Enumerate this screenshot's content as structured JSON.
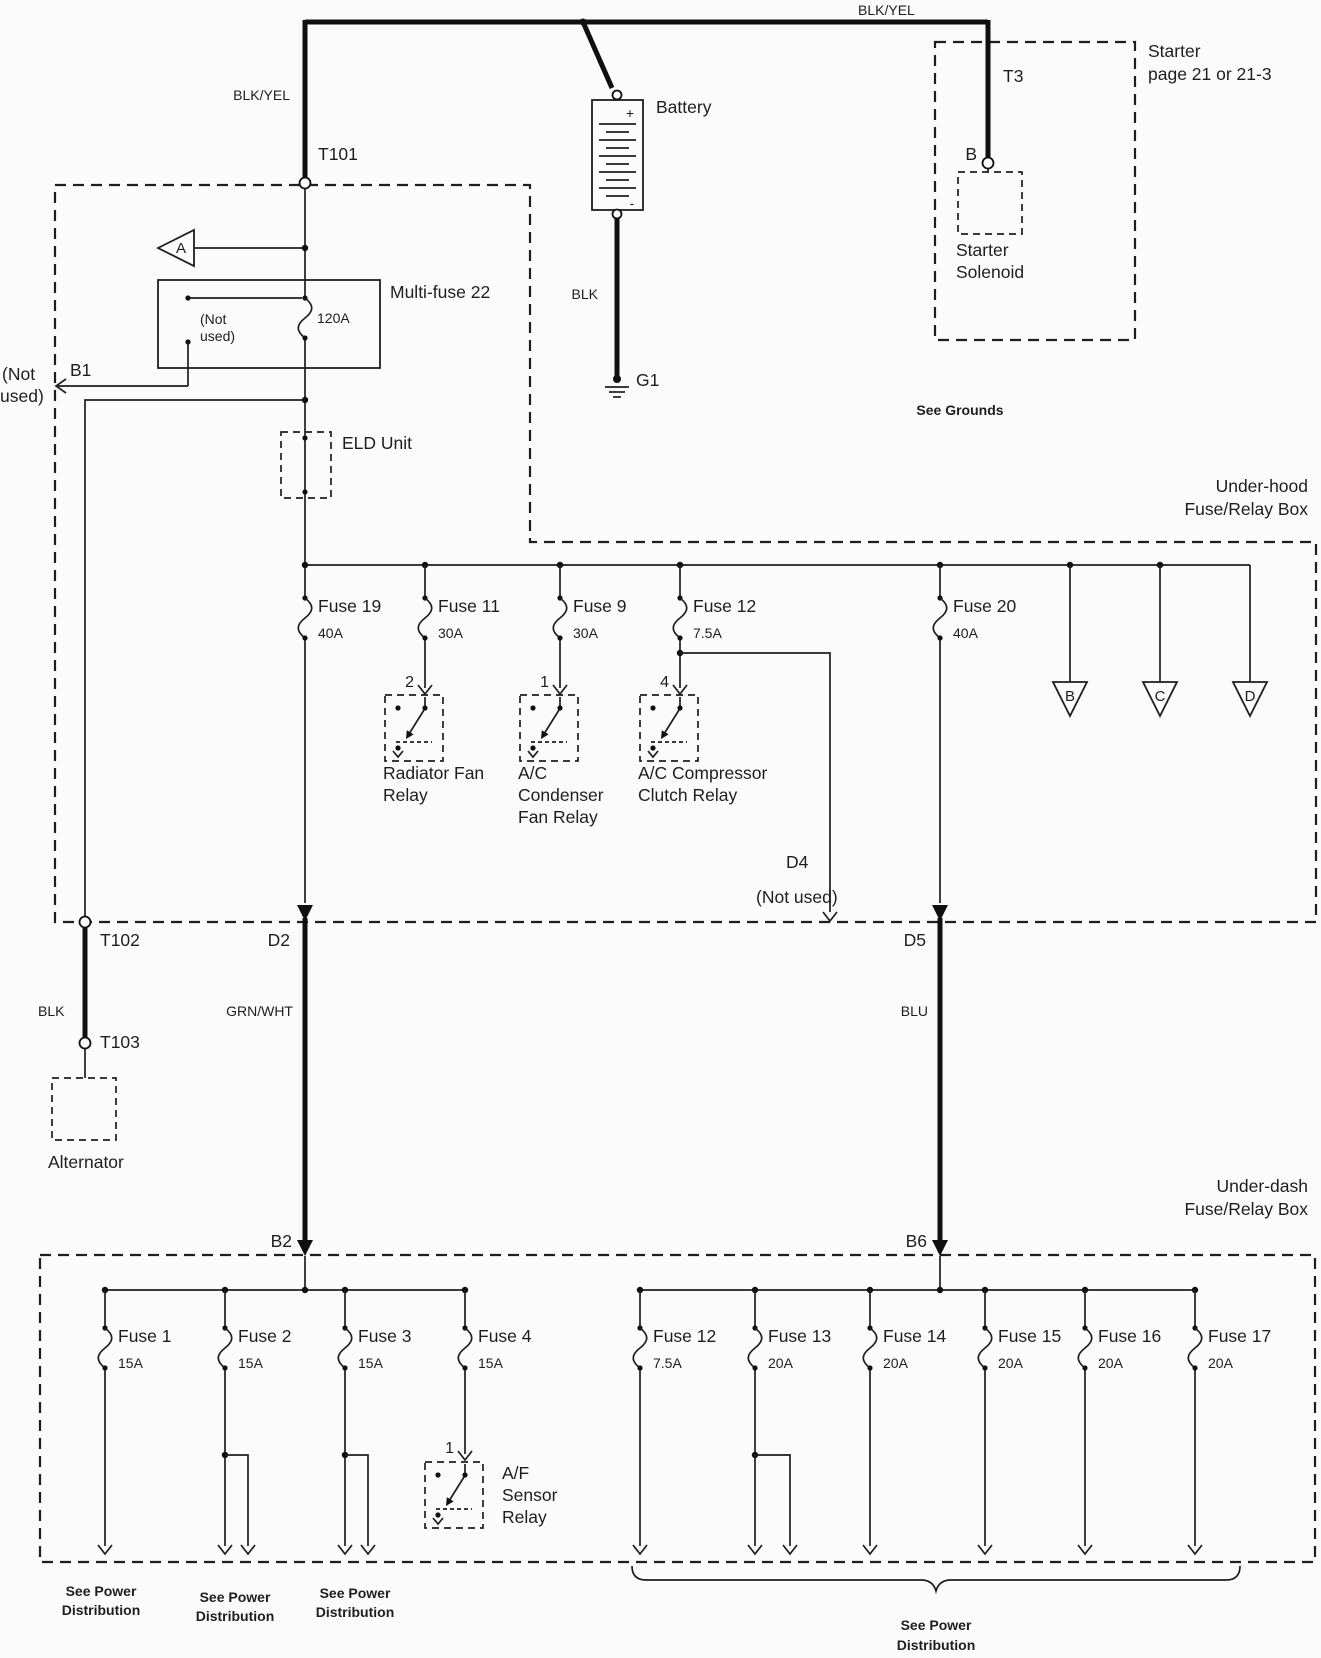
{
  "colors": {
    "paper": "#fbfbfb",
    "ink": "#1e1e1e"
  },
  "top": {
    "blk_yel_left": "BLK/YEL",
    "blk_yel_right": "BLK/YEL",
    "t101": "T101",
    "battery": {
      "name": "Battery",
      "plus": "+",
      "minus": "-",
      "wire_color": "BLK",
      "ground": "G1"
    },
    "see_grounds": "See Grounds",
    "starter": {
      "t3": "T3",
      "ref_line1": "Starter",
      "ref_line2": "page 21 or 21-3",
      "pin_b": "B",
      "name_line1": "Starter",
      "name_line2": "Solenoid"
    }
  },
  "underhood": {
    "label_line1": "Under-hood",
    "label_line2": "Fuse/Relay Box",
    "triangle_a": "A",
    "multifuse": {
      "name": "Multi-fuse 22",
      "not_used_1": "(Not",
      "not_used_2": "used)",
      "amp": "120A"
    },
    "b1": "B1",
    "b1_not_used_1": "(Not",
    "b1_not_used_2": "used)",
    "eld_unit": "ELD Unit",
    "fuses": [
      {
        "name": "Fuse 19",
        "amp": "40A"
      },
      {
        "name": "Fuse 11",
        "amp": "30A"
      },
      {
        "name": "Fuse 9",
        "amp": "30A"
      },
      {
        "name": "Fuse 12",
        "amp": "7.5A"
      },
      {
        "name": "Fuse 20",
        "amp": "40A"
      }
    ],
    "relays": [
      {
        "pin": "2",
        "lines": [
          "Radiator Fan",
          "Relay"
        ]
      },
      {
        "pin": "1",
        "lines": [
          "A/C",
          "Condenser",
          "Fan Relay"
        ]
      },
      {
        "pin": "4",
        "lines": [
          "A/C Compressor",
          "Clutch Relay"
        ]
      }
    ],
    "triangle_b": "B",
    "triangle_c": "C",
    "triangle_d": "D",
    "d4": "D4",
    "d4_not_used": "(Not used)",
    "t102": "T102",
    "d2": "D2",
    "d5": "D5"
  },
  "wires": {
    "blk": "BLK",
    "grn_wht": "GRN/WHT",
    "blu": "BLU"
  },
  "alternator": {
    "t103": "T103",
    "name": "Alternator"
  },
  "underdash": {
    "label_line1": "Under-dash",
    "label_line2": "Fuse/Relay Box",
    "b2": "B2",
    "b6": "B6",
    "fuses_left": [
      {
        "name": "Fuse 1",
        "amp": "15A"
      },
      {
        "name": "Fuse 2",
        "amp": "15A"
      },
      {
        "name": "Fuse 3",
        "amp": "15A"
      },
      {
        "name": "Fuse 4",
        "amp": "15A"
      }
    ],
    "fuses_right": [
      {
        "name": "Fuse 12",
        "amp": "7.5A"
      },
      {
        "name": "Fuse 13",
        "amp": "20A"
      },
      {
        "name": "Fuse 14",
        "amp": "20A"
      },
      {
        "name": "Fuse 15",
        "amp": "20A"
      },
      {
        "name": "Fuse 16",
        "amp": "20A"
      },
      {
        "name": "Fuse 17",
        "amp": "20A"
      }
    ],
    "af_relay": {
      "pin": "1",
      "lines": [
        "A/F",
        "Sensor",
        "Relay"
      ]
    },
    "see_power_line1": "See Power",
    "see_power_line2": "Distribution"
  }
}
